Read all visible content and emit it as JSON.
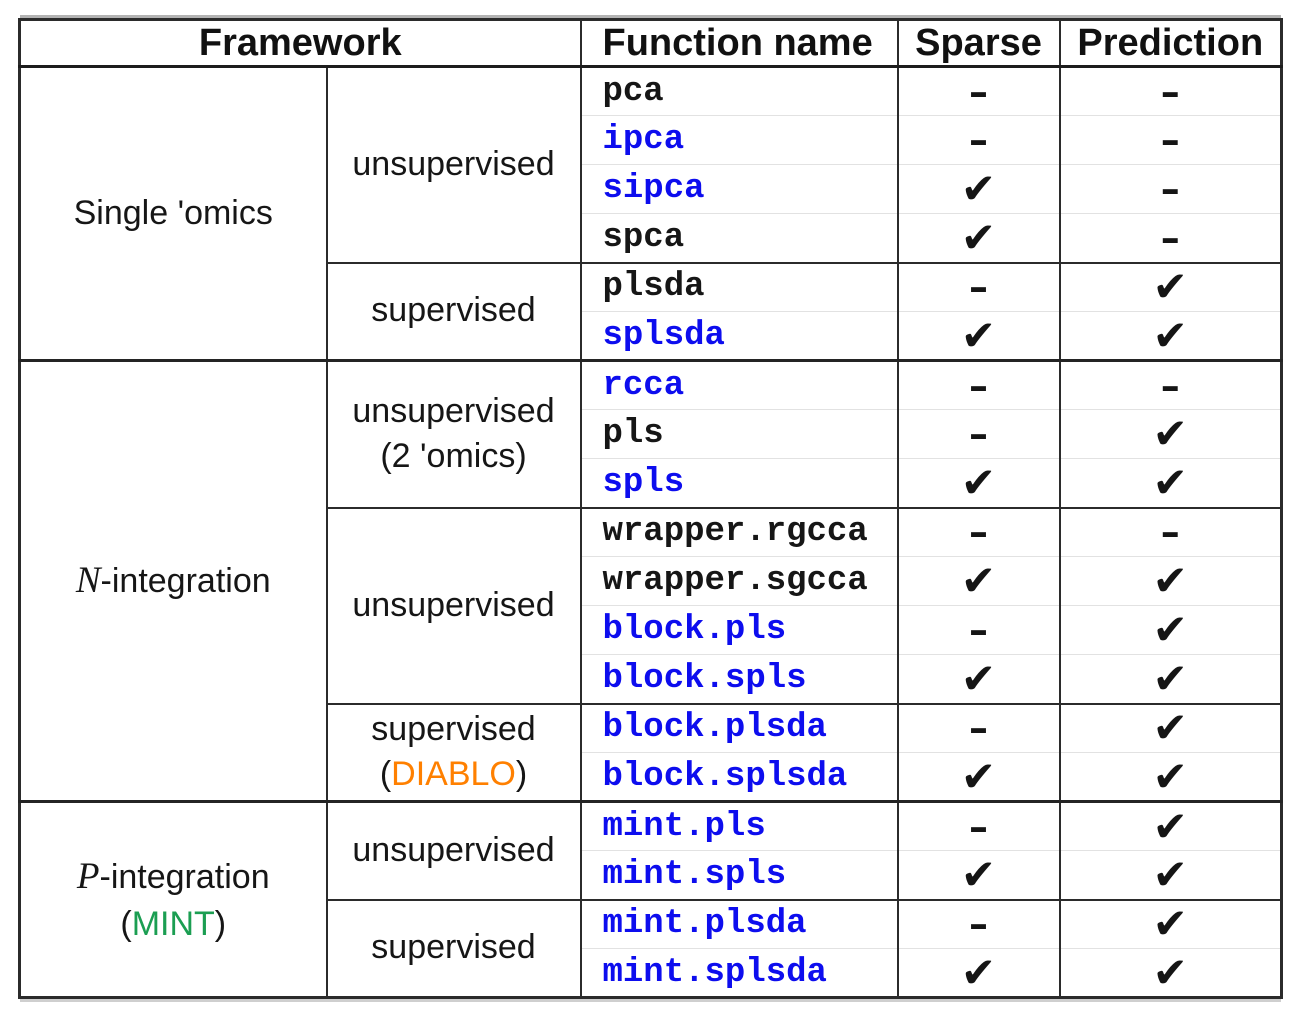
{
  "table": {
    "headers": {
      "framework": "Framework",
      "function_name": "Function name",
      "sparse": "Sparse",
      "prediction": "Prediction"
    },
    "symbols": {
      "check": "✔",
      "dash": "–"
    },
    "colors": {
      "black": "#161616",
      "blue": "#0d0dee",
      "orange": "#ff8000",
      "green": "#1b9e52"
    },
    "sections": [
      {
        "name": "single-omics",
        "framework": {
          "lines": [
            [
              {
                "t": "Single 'omics"
              }
            ]
          ]
        },
        "groups": [
          {
            "supervision": {
              "lines": [
                [
                  {
                    "t": "unsupervised"
                  }
                ]
              ]
            },
            "rows": [
              {
                "fn": "pca",
                "color": "black",
                "sparse": false,
                "prediction": false
              },
              {
                "fn": "ipca",
                "color": "blue",
                "sparse": false,
                "prediction": false
              },
              {
                "fn": "sipca",
                "color": "blue",
                "sparse": true,
                "prediction": false
              },
              {
                "fn": "spca",
                "color": "black",
                "sparse": true,
                "prediction": false
              }
            ]
          },
          {
            "supervision": {
              "lines": [
                [
                  {
                    "t": "supervised"
                  }
                ]
              ]
            },
            "rows": [
              {
                "fn": "plsda",
                "color": "black",
                "sparse": false,
                "prediction": true
              },
              {
                "fn": "splsda",
                "color": "blue",
                "sparse": true,
                "prediction": true
              }
            ]
          }
        ]
      },
      {
        "name": "n-integration",
        "framework": {
          "lines": [
            [
              {
                "t": "N",
                "italic": true
              },
              {
                "t": "-integration"
              }
            ]
          ]
        },
        "groups": [
          {
            "supervision": {
              "lines": [
                [
                  {
                    "t": "unsupervised"
                  }
                ],
                [
                  {
                    "t": "(2 'omics)"
                  }
                ]
              ]
            },
            "rows": [
              {
                "fn": "rcca",
                "color": "blue",
                "sparse": false,
                "prediction": false
              },
              {
                "fn": "pls",
                "color": "black",
                "sparse": false,
                "prediction": true
              },
              {
                "fn": "spls",
                "color": "blue",
                "sparse": true,
                "prediction": true
              }
            ]
          },
          {
            "supervision": {
              "lines": [
                [
                  {
                    "t": "unsupervised"
                  }
                ]
              ]
            },
            "rows": [
              {
                "fn": "wrapper.rgcca",
                "color": "black",
                "sparse": false,
                "prediction": false
              },
              {
                "fn": "wrapper.sgcca",
                "color": "black",
                "sparse": true,
                "prediction": true
              },
              {
                "fn": "block.pls",
                "color": "blue",
                "sparse": false,
                "prediction": true
              },
              {
                "fn": "block.spls",
                "color": "blue",
                "sparse": true,
                "prediction": true
              }
            ]
          },
          {
            "supervision": {
              "lines": [
                [
                  {
                    "t": "supervised"
                  }
                ],
                [
                  {
                    "t": "("
                  },
                  {
                    "t": "DIABLO",
                    "color": "orange"
                  },
                  {
                    "t": ")"
                  }
                ]
              ]
            },
            "rows": [
              {
                "fn": "block.plsda",
                "color": "blue",
                "sparse": false,
                "prediction": true
              },
              {
                "fn": "block.splsda",
                "color": "blue",
                "sparse": true,
                "prediction": true
              }
            ]
          }
        ]
      },
      {
        "name": "p-integration",
        "framework": {
          "lines": [
            [
              {
                "t": "P",
                "italic": true
              },
              {
                "t": "-integration"
              }
            ],
            [
              {
                "t": "("
              },
              {
                "t": "MINT",
                "color": "green"
              },
              {
                "t": ")"
              }
            ]
          ]
        },
        "groups": [
          {
            "supervision": {
              "lines": [
                [
                  {
                    "t": "unsupervised"
                  }
                ]
              ]
            },
            "rows": [
              {
                "fn": "mint.pls",
                "color": "blue",
                "sparse": false,
                "prediction": true
              },
              {
                "fn": "mint.spls",
                "color": "blue",
                "sparse": true,
                "prediction": true
              }
            ]
          },
          {
            "supervision": {
              "lines": [
                [
                  {
                    "t": "supervised"
                  }
                ]
              ]
            },
            "rows": [
              {
                "fn": "mint.plsda",
                "color": "blue",
                "sparse": false,
                "prediction": true
              },
              {
                "fn": "mint.splsda",
                "color": "blue",
                "sparse": true,
                "prediction": true
              }
            ]
          }
        ]
      }
    ]
  }
}
